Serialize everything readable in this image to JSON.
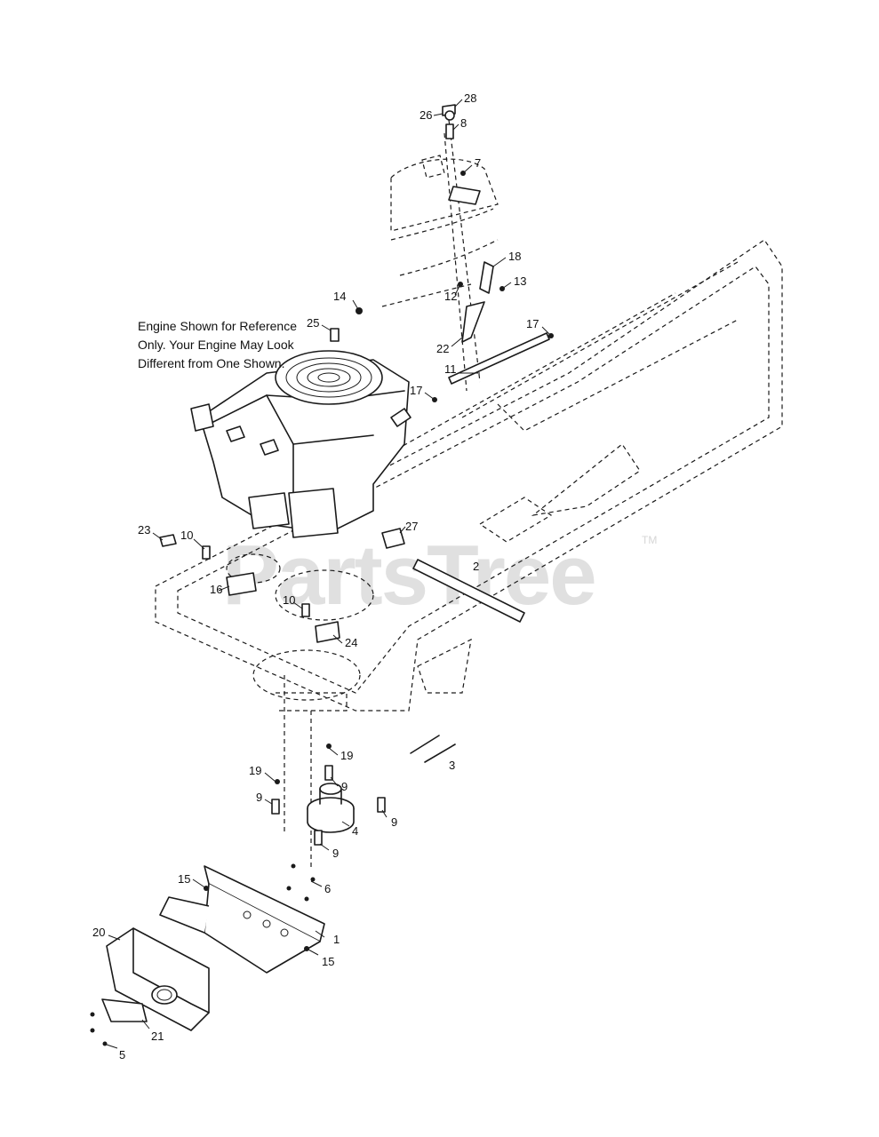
{
  "note": {
    "line1": "Engine Shown for Reference",
    "line2": "Only. Your Engine May Look",
    "line3": "Different from One Shown."
  },
  "watermark": {
    "text": "PartsTree",
    "tm": "TM"
  },
  "callouts": [
    {
      "id": "28",
      "label": "28"
    },
    {
      "id": "26",
      "label": "26"
    },
    {
      "id": "8",
      "label": "8"
    },
    {
      "id": "7",
      "label": "7"
    },
    {
      "id": "18",
      "label": "18"
    },
    {
      "id": "13",
      "label": "13"
    },
    {
      "id": "12",
      "label": "12"
    },
    {
      "id": "14",
      "label": "14"
    },
    {
      "id": "25",
      "label": "25"
    },
    {
      "id": "22",
      "label": "22"
    },
    {
      "id": "17a",
      "label": "17"
    },
    {
      "id": "11",
      "label": "11"
    },
    {
      "id": "17b",
      "label": "17"
    },
    {
      "id": "27",
      "label": "27"
    },
    {
      "id": "23",
      "label": "23"
    },
    {
      "id": "10a",
      "label": "10"
    },
    {
      "id": "2",
      "label": "2"
    },
    {
      "id": "16",
      "label": "16"
    },
    {
      "id": "10b",
      "label": "10"
    },
    {
      "id": "24",
      "label": "24"
    },
    {
      "id": "19a",
      "label": "19"
    },
    {
      "id": "3",
      "label": "3"
    },
    {
      "id": "19b",
      "label": "19"
    },
    {
      "id": "9a",
      "label": "9"
    },
    {
      "id": "9b",
      "label": "9"
    },
    {
      "id": "9c",
      "label": "9"
    },
    {
      "id": "4",
      "label": "4"
    },
    {
      "id": "9d",
      "label": "9"
    },
    {
      "id": "15a",
      "label": "15"
    },
    {
      "id": "6",
      "label": "6"
    },
    {
      "id": "1",
      "label": "1"
    },
    {
      "id": "15b",
      "label": "15"
    },
    {
      "id": "20",
      "label": "20"
    },
    {
      "id": "21",
      "label": "21"
    },
    {
      "id": "5",
      "label": "5"
    }
  ]
}
